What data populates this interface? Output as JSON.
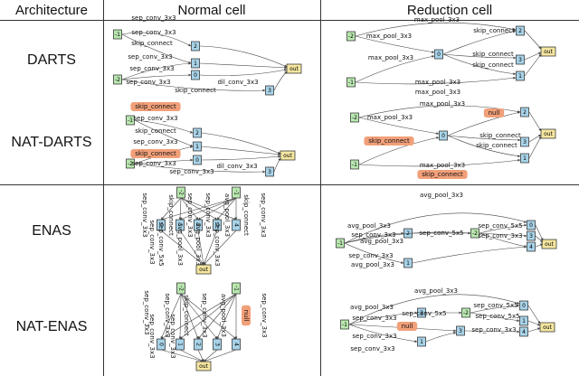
{
  "headers": {
    "architecture": "Architecture",
    "normal": "Normal cell",
    "reduction": "Reduction cell"
  },
  "rows": [
    {
      "label": "DARTS"
    },
    {
      "label": "NAT-DARTS"
    },
    {
      "label": "ENAS"
    },
    {
      "label": "NAT-ENAS"
    }
  ],
  "colors": {
    "input_node": "#b9e7b0",
    "inter_node": "#a8d3e8",
    "output_node": "#f5e6a0",
    "highlight": "#f2a07a",
    "edge": "#444444"
  },
  "nodes": {
    "in_a": "-1",
    "in_b": "-2",
    "n0": "0",
    "n1": "1",
    "n2": "2",
    "n3": "3",
    "n4": "4",
    "out": "out"
  },
  "ops": {
    "sep3": "sep_conv_3x3",
    "sep5": "sep_conv_5x5",
    "skip": "skip_connect",
    "dil3": "dil_conv_3x3",
    "max3": "max_pool_3x3",
    "avg3": "avg_pool_3x3",
    "null": "null"
  }
}
